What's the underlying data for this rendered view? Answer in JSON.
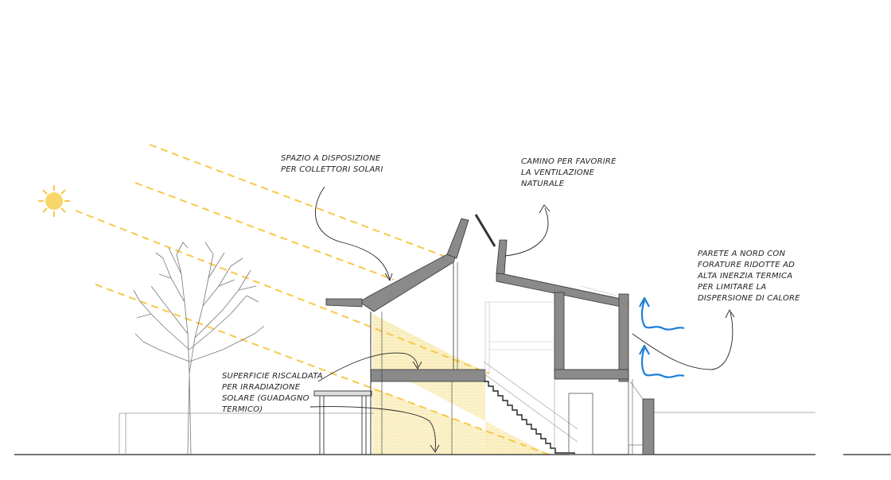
{
  "annotations": {
    "solar_collectors": [
      "SPAZIO A DISPOSIZIONE",
      "PER COLLETTORI SOLARI"
    ],
    "chimney": [
      "CAMINO PER FAVORIRE",
      "LA  VENTILAZIONE",
      "NATURALE"
    ],
    "north_wall": [
      "PARETE A NORD CON",
      "FORATURE RIDOTTE AD",
      "ALTA INERZIA TERMICA",
      "PER LIMITARE LA",
      "DISPERSIONE DI CALORE"
    ],
    "heated_surface": [
      "SUPERFICIE RISCALDATA",
      "PER IRRADIAZIONE",
      "SOLARE (GUADAGNO",
      "TERMICO)"
    ]
  },
  "icons": {
    "sun": "sun-icon",
    "tree": "tree-icon",
    "wind": "wind-arrow-icon"
  },
  "colors": {
    "sun_ray": "#f7c948",
    "sun_fill": "#f9d66a",
    "heated_zone": "#fbf0c4",
    "wall": "#8a8a8a",
    "wind": "#1e7fd8",
    "line": "#222222"
  }
}
